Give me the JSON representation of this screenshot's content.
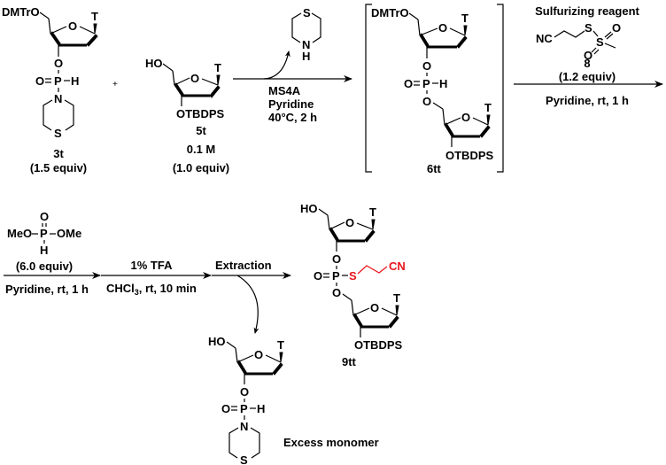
{
  "scheme": {
    "colors": {
      "highlight": "#e8141c",
      "ink": "#000000"
    },
    "reactant_3t": {
      "protecting_group_5p": "DMTrO",
      "base": "T",
      "ring_O": "O",
      "O3": "O",
      "P": "P",
      "P_O": "O",
      "P_H": "H",
      "N": "N",
      "S": "S",
      "id": "3t",
      "equiv": "(1.5 equiv)"
    },
    "plus": "+",
    "reactant_5t": {
      "HO": "HO",
      "base": "T",
      "ring_O": "O",
      "protecting_group_3p": "OTBDPS",
      "id": "5t",
      "conc": "0.1 M",
      "equiv": "(1.0 equiv)"
    },
    "byproduct_thiomorpholine": {
      "S": "S",
      "N": "N",
      "H": "H"
    },
    "step1_conditions": [
      "MS4A",
      "Pyridine",
      "40°C, 2 h"
    ],
    "intermediate_6tt": {
      "protecting_group_5p": "DMTrO",
      "base_top": "T",
      "ring_O_top": "O",
      "O3": "O",
      "P": "P",
      "P_O": "O",
      "P_H": "H",
      "O5": "O",
      "base_bottom": "T",
      "ring_O_bottom": "O",
      "protecting_group_3p": "OTBDPS",
      "id": "6tt"
    },
    "step2": {
      "title": "Sulfurizing reagent",
      "reagent_NC": "NC",
      "reagent_S": "S",
      "reagent_S2": "S",
      "reagent_O1": "O",
      "reagent_O2": "O",
      "id": "8",
      "equiv": "(1.2 equiv)",
      "conditions": "Pyridine, rt, 1 h"
    },
    "step3": {
      "MeO": "MeO",
      "OMe": "OMe",
      "P": "P",
      "O": "O",
      "H": "H",
      "equiv": "(6.0 equiv)",
      "conditions": "Pyridine, rt, 1 h"
    },
    "step4": {
      "reagent": "1% TFA",
      "conditions_pre": "CHCl",
      "conditions_sub": "3",
      "conditions_post": ", rt, 10 min"
    },
    "step5": {
      "label": "Extraction"
    },
    "product_9tt": {
      "HO": "HO",
      "base_top": "T",
      "ring_O_top": "O",
      "O3": "O",
      "P": "P",
      "P_O": "O",
      "S": "S",
      "CN": "CN",
      "O5": "O",
      "base_bottom": "T",
      "ring_O_bottom": "O",
      "protecting_group_3p": "OTBDPS",
      "id": "9tt"
    },
    "excess_monomer": {
      "HO": "HO",
      "base": "T",
      "ring_O": "O",
      "O3": "O",
      "P": "P",
      "P_O": "O",
      "P_H": "H",
      "N": "N",
      "S": "S",
      "label": "Excess monomer"
    }
  }
}
